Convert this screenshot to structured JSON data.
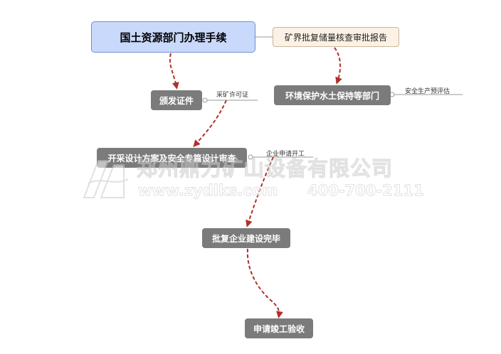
{
  "root": {
    "label": "国土资源部门办理手续"
  },
  "note": {
    "label": "矿界批复储量核查审批报告"
  },
  "steps": [
    {
      "label": "颁发证件"
    },
    {
      "label": "环境保护水土保持等部门"
    },
    {
      "label": "开采设计方案及安全专篇设计审查"
    },
    {
      "label": "批复企业建设完毕"
    },
    {
      "label": "申请竣工验收"
    }
  ],
  "branch_labels": [
    {
      "label": "采矿许可证"
    },
    {
      "label": "安全生产预评估"
    },
    {
      "label": "企业申请开工"
    }
  ],
  "watermark": {
    "company": "郑州鼎力矿山设备有限公司",
    "website": "www.zydlks.com",
    "phone": "400-700-2111"
  },
  "colors": {
    "arrow": "#b1312a",
    "step_fill": "#7b7b7b",
    "root_fill": "#c9d9fb",
    "note_fill": "#fbf1e4",
    "branch_line": "#9a9a9a"
  }
}
